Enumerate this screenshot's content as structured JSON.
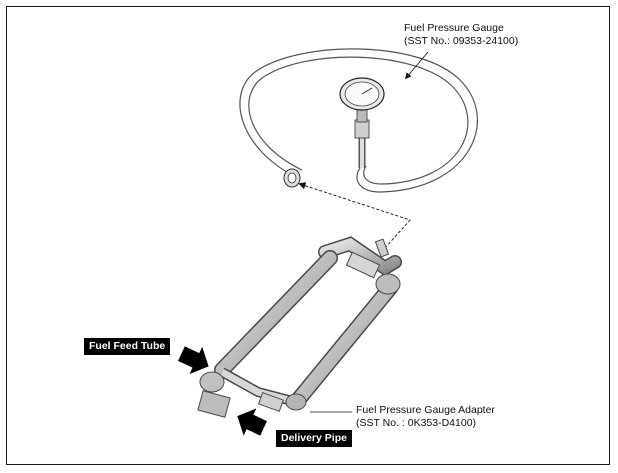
{
  "callouts": {
    "gauge": {
      "line1": "Fuel Pressure Gauge",
      "line2": "(SST No.: 09353-24100)"
    },
    "adapter": {
      "line1": "Fuel Pressure Gauge Adapter",
      "line2": "(SST No. : 0K353-D4100)"
    }
  },
  "labels": {
    "feed_tube": "Fuel Feed Tube",
    "delivery_pipe": "Delivery Pipe"
  },
  "colors": {
    "pipe_fill": "#c8c8c8",
    "pipe_stroke": "#4a4a4a",
    "hose_stroke": "#555555",
    "badge_bg": "#000000"
  }
}
